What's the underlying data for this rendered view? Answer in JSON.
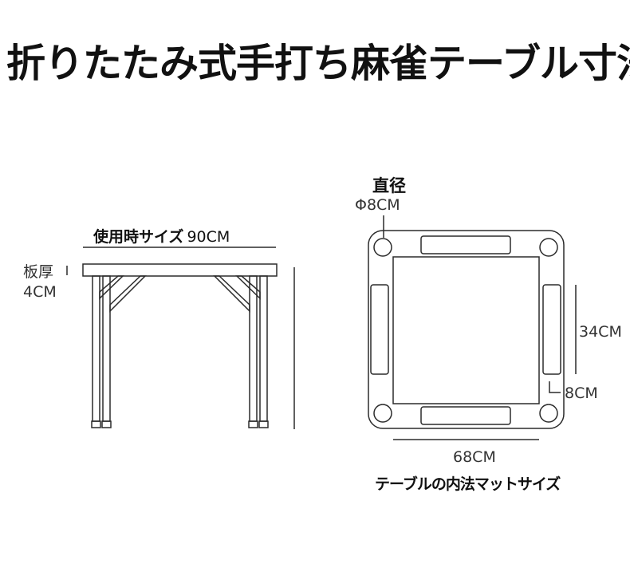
{
  "title": "折りたたみ式手打ち麻雀テーブル寸法",
  "side_view": {
    "width_label": "使用時サイズ",
    "width_value": "90CM",
    "thickness_label": "板厚",
    "thickness_value": "4CM"
  },
  "top_view": {
    "diameter_label": "直径",
    "diameter_value": "Φ8CM",
    "side_value": "34CM",
    "gap_value": "8CM",
    "inner_width_value": "68CM",
    "inner_mat_label": "テーブルの内法マットサイズ"
  },
  "colors": {
    "line": "#2b2b2b",
    "text": "#333333",
    "title": "#111111"
  }
}
